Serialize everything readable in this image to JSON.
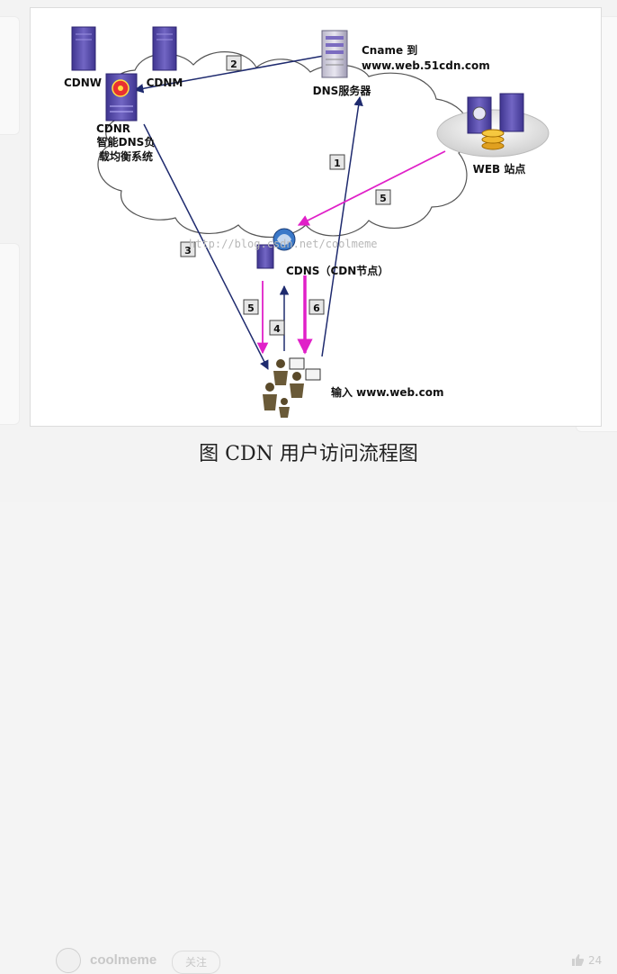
{
  "diagram": {
    "labels": {
      "cdnw": "CDNW",
      "cdnm": "CDNM",
      "cdnr": "CDNR",
      "cdnr_desc1": "智能DNS负",
      "cdnr_desc2": "载均衡系统",
      "dns_server": "DNS服务器",
      "cname1": "Cname 到",
      "cname2": "www.web.51cdn.com",
      "web_site": "WEB 站点",
      "cdns": "CDNS（CDN节点）",
      "input": "输入 www.web.com",
      "watermark": "http://blog.csdn.net/coolmeme"
    },
    "steps": [
      "1",
      "2",
      "3",
      "4",
      "5",
      "5",
      "6"
    ],
    "colors": {
      "navy_arrow": "#1e2a6e",
      "magenta_arrow": "#e020c8",
      "server_purple": "#5a4fa8",
      "cloud_stroke": "#555555"
    }
  },
  "caption": "图 CDN 用户访问流程图",
  "footer": {
    "author": "coolmeme",
    "follow": "关注",
    "likes": "24"
  }
}
